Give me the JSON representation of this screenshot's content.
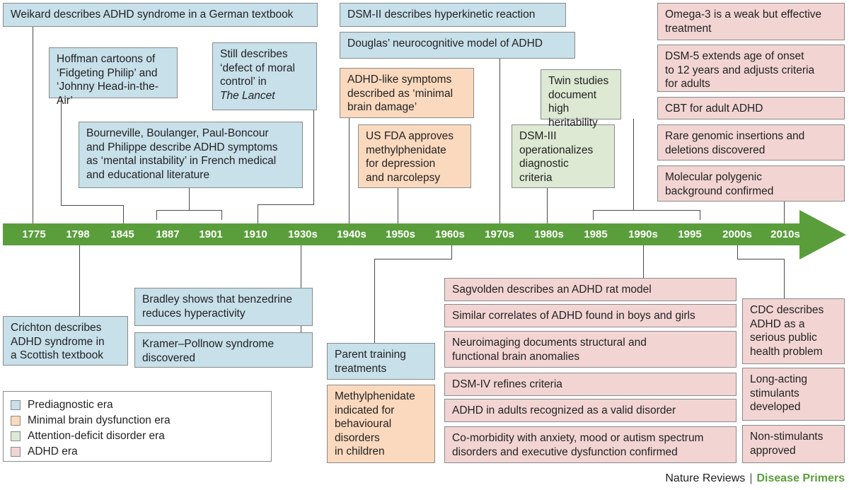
{
  "timeline": {
    "ticks": [
      "1775",
      "1798",
      "1845",
      "1887",
      "1901",
      "1910",
      "1930s",
      "1940s",
      "1950s",
      "1960s",
      "1970s",
      "1980s",
      "1985",
      "1990s",
      "1995",
      "2000s",
      "2010s"
    ]
  },
  "events": {
    "weikard": "Weikard describes ADHD syndrome in a German textbook",
    "hoffman": "Hoffman cartoons of\n‘Fidgeting Philip’ and\n‘Johnny Head-in-the-Air’",
    "still_main": "Still describes\n‘defect of moral\ncontrol’ in",
    "still_em": "The Lancet",
    "bourneville": "Bourneville, Boulanger, Paul-Boncour\nand Philippe describe ADHD symptoms\nas ‘mental instability’ in French medical\nand educational literature",
    "dsm2": "DSM-II describes hyperkinetic reaction",
    "douglas": "Douglas’ neurocognitive model of ADHD",
    "minimal_brain": "ADHD-like symptoms\ndescribed as ‘minimal\nbrain damage’",
    "fda": "US FDA approves\nmethylphenidate\nfor depression\nand narcolepsy",
    "dsm3": "DSM-III\noperationalizes\ndiagnostic\ncriteria",
    "twin": "Twin studies\ndocument high\nheritability",
    "omega3": "Omega-3 is a weak but effective\ntreatment",
    "dsm5": "DSM-5 extends age of onset\nto 12 years and adjusts criteria\nfor adults",
    "cbt": "CBT for adult ADHD",
    "rare_genomic": "Rare genomic insertions and\ndeletions discovered",
    "polygenic": "Molecular polygenic\nbackground confirmed",
    "crichton": "Crichton describes\nADHD syndrome in\na Scottish textbook",
    "bradley": "Bradley shows that benzedrine\nreduces hyperactivity",
    "kramer": "Kramer–Pollnow syndrome\ndiscovered",
    "parent_training": "Parent training\ntreatments",
    "methylphenidate_children": "Methylphenidate\nindicated for\nbehavioural\ndisorders\nin children",
    "sagvolden": "Sagvolden describes an ADHD rat model",
    "boys_girls": "Similar correlates of ADHD found in boys and girls",
    "neuroimaging": "Neuroimaging documents structural and\nfunctional brain anomalies",
    "dsm4": "DSM-IV refines criteria",
    "adults_valid": "ADHD in adults recognized as a valid disorder",
    "comorbidity": "Co-morbidity with anxiety, mood or autism spectrum\ndisorders and executive dysfunction confirmed",
    "cdc": "CDC describes\nADHD as a\nserious public\nhealth problem",
    "long_acting": "Long-acting\nstimulants\ndeveloped",
    "non_stimulants": "Non-stimulants\napproved"
  },
  "legend": [
    {
      "label": "Prediagnostic era",
      "color": "#c7e0ea"
    },
    {
      "label": "Minimal brain dysfunction era",
      "color": "#fbd9be"
    },
    {
      "label": "Attention-deficit disorder era",
      "color": "#dde9d3"
    },
    {
      "label": "ADHD era",
      "color": "#f2d5d3"
    }
  ],
  "credit": {
    "publisher": "Nature Reviews",
    "separator": "|",
    "journal": "Disease Primers"
  },
  "colors": {
    "axis": "#5a9e3b",
    "prediagnostic": "#c7e0ea",
    "minimal_brain_dysfunction": "#fbd9be",
    "attention_deficit": "#dde9d3",
    "adhd": "#f2d5d3"
  }
}
